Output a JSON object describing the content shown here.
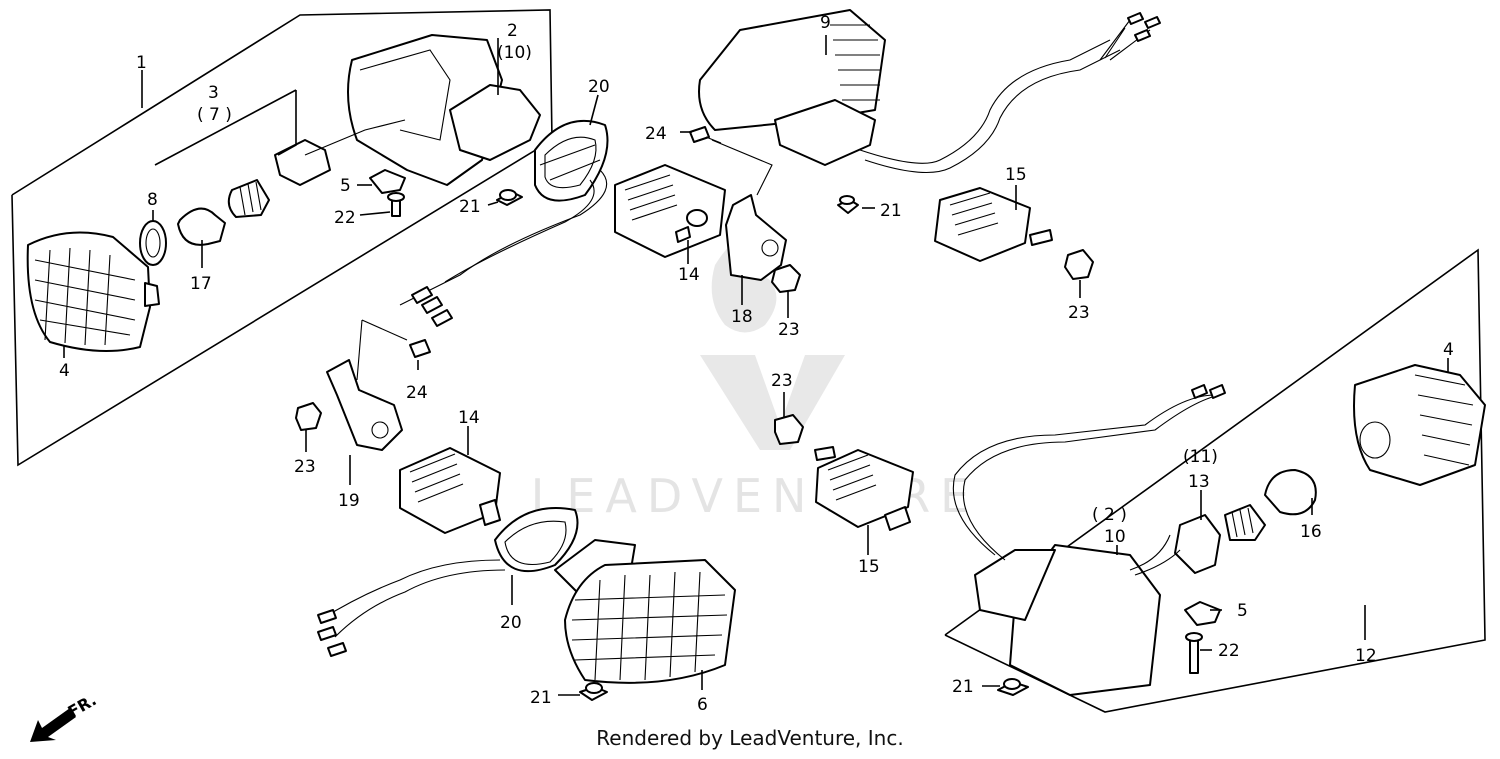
{
  "watermark": {
    "text": "LEADVENTURE",
    "color": "#d9d9d9"
  },
  "direction_marker": {
    "text": "FR.",
    "icon": "front-arrow-icon"
  },
  "footer": {
    "text": "Rendered by LeadVenture, Inc."
  },
  "callouts": [
    {
      "id": "c1",
      "text": "1"
    },
    {
      "id": "c2",
      "text": "2"
    },
    {
      "id": "c2b",
      "text": "(10)"
    },
    {
      "id": "c3",
      "text": "3"
    },
    {
      "id": "c3b",
      "text": "( 7 )"
    },
    {
      "id": "c4a",
      "text": "4"
    },
    {
      "id": "c5a",
      "text": "5"
    },
    {
      "id": "c8",
      "text": "8"
    },
    {
      "id": "c17",
      "text": "17"
    },
    {
      "id": "c22a",
      "text": "22"
    },
    {
      "id": "c21a",
      "text": "21"
    },
    {
      "id": "c20a",
      "text": "20"
    },
    {
      "id": "c24a",
      "text": "24"
    },
    {
      "id": "c14a",
      "text": "14"
    },
    {
      "id": "c18",
      "text": "18"
    },
    {
      "id": "c23a",
      "text": "23"
    },
    {
      "id": "c9",
      "text": "9"
    },
    {
      "id": "c21b",
      "text": "21"
    },
    {
      "id": "c15a",
      "text": "15"
    },
    {
      "id": "c23b",
      "text": "23"
    },
    {
      "id": "c24b",
      "text": "24"
    },
    {
      "id": "c23c",
      "text": "23"
    },
    {
      "id": "c19",
      "text": "19"
    },
    {
      "id": "c14b",
      "text": "14"
    },
    {
      "id": "c23d",
      "text": "23"
    },
    {
      "id": "c15b",
      "text": "15"
    },
    {
      "id": "c20b",
      "text": "20"
    },
    {
      "id": "c6",
      "text": "6"
    },
    {
      "id": "c21c",
      "text": "21"
    },
    {
      "id": "c4b",
      "text": "4"
    },
    {
      "id": "c11",
      "text": "(11)"
    },
    {
      "id": "c13",
      "text": "13"
    },
    {
      "id": "c16",
      "text": "16"
    },
    {
      "id": "c2c",
      "text": "( 2 )"
    },
    {
      "id": "c10",
      "text": "10"
    },
    {
      "id": "c5b",
      "text": "5"
    },
    {
      "id": "c22b",
      "text": "22"
    },
    {
      "id": "c12",
      "text": "12"
    },
    {
      "id": "c21d",
      "text": "21"
    }
  ]
}
